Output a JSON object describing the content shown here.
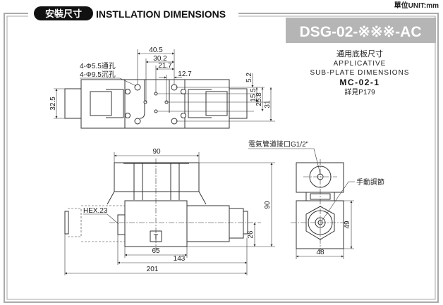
{
  "unit_label": "單位UNIT:mm",
  "header": {
    "badge": "安裝尺寸",
    "title": "INSTLLATION DIMENSIONS",
    "model": "DSG-02-※※※-AC"
  },
  "subplate": {
    "title_cn": "通用底板尺寸",
    "line1": "APPLICATIVE",
    "line2": "SUB-PLATE DIMENSIONS",
    "model": "MC-02-1",
    "ref": "詳見P179"
  },
  "top_view": {
    "hole1": "4-Φ5.5通孔",
    "hole2": "4-Φ9.5沉孔",
    "dims": {
      "d40_5": "40.5",
      "d30_2": "30.2",
      "d21_7": "21.7",
      "d12_7": "12.7",
      "d5_2": "5.2",
      "d15_5": "15.5",
      "d25_8": "25.8",
      "d31": "31",
      "d32_5": "32.5"
    }
  },
  "front_view": {
    "hex": "HEX.23",
    "mark": "T",
    "dims": {
      "top": "90",
      "body": "65",
      "mid": "143",
      "total": "201",
      "height": "90",
      "center": "26"
    }
  },
  "side_view": {
    "conduit": "電氣管道接口G1/2\"",
    "manual": "手動調節",
    "dims": {
      "width": "48",
      "height": "49"
    }
  }
}
